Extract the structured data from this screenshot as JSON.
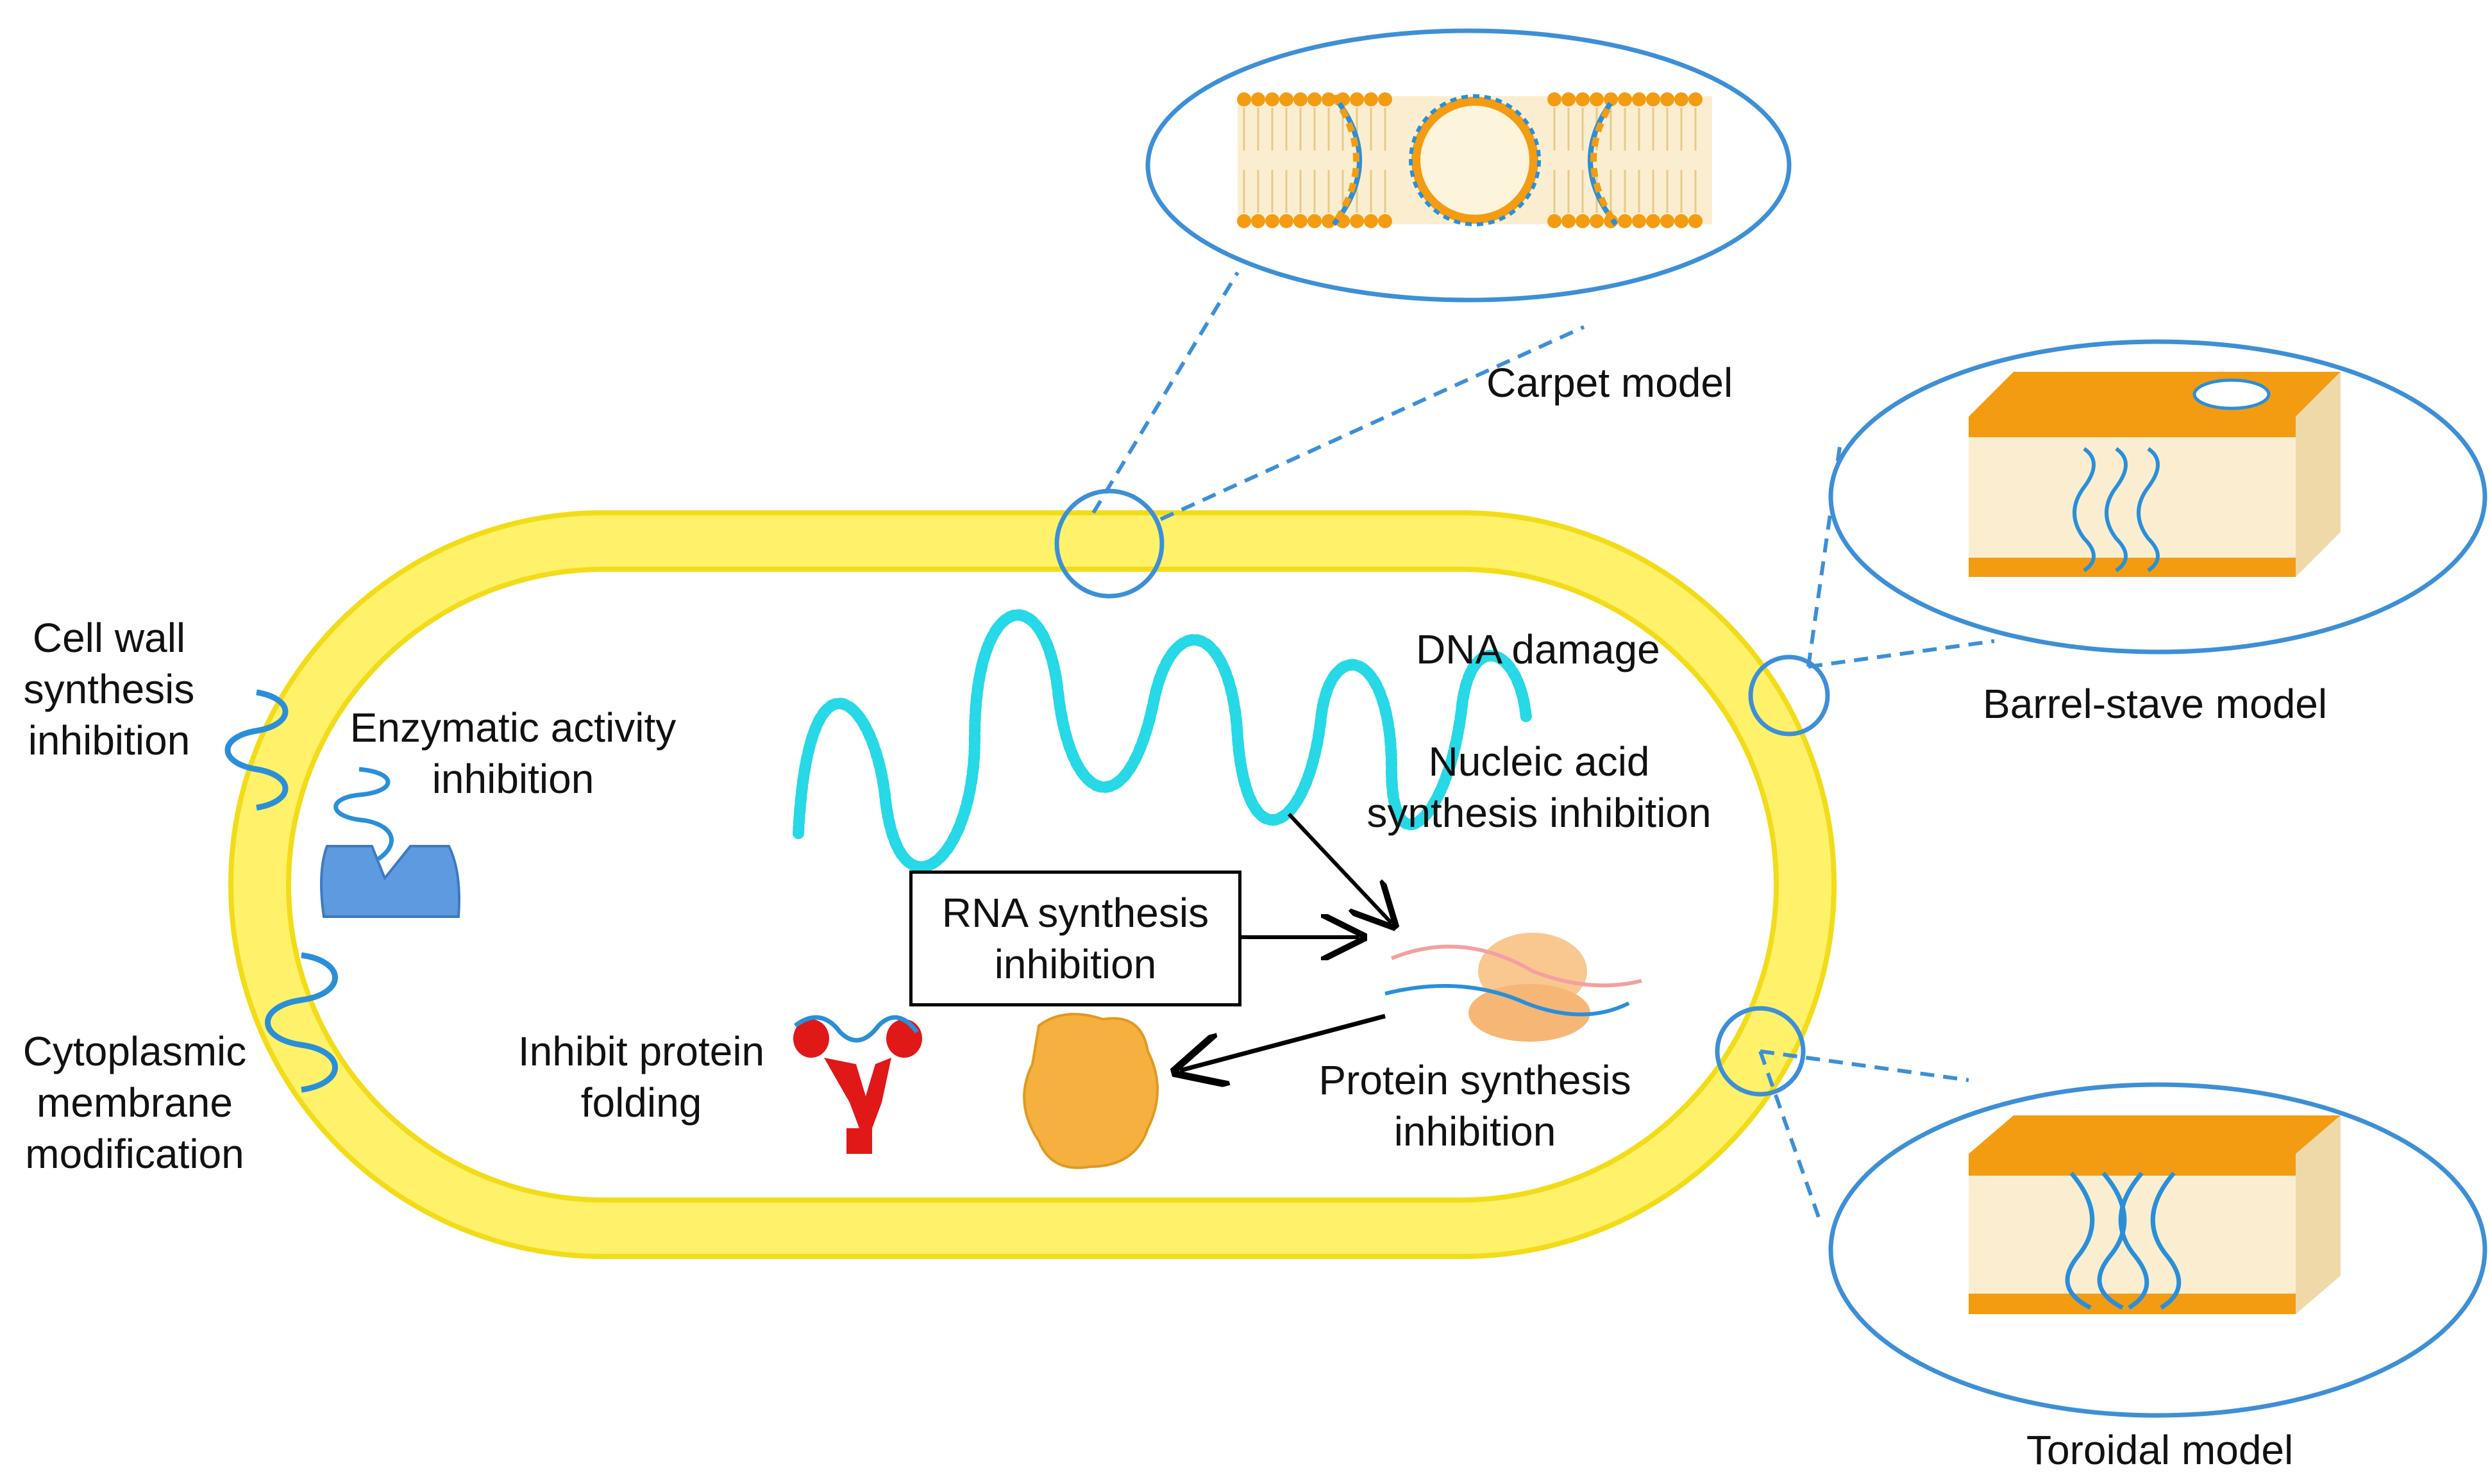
{
  "labels": {
    "carpet_model": "Carpet model",
    "barrel_stave_model": "Barrel-stave model",
    "toroidal_model": "Toroidal model",
    "dna_damage": "DNA damage",
    "nucleic_acid": [
      "Nucleic acid",
      "synthesis inhibition"
    ],
    "rna_synthesis": [
      "RNA synthesis",
      "inhibition"
    ],
    "protein_synthesis": [
      "Protein synthesis",
      "inhibition"
    ],
    "inhibit_folding": [
      "Inhibit protein",
      "folding"
    ],
    "enzymatic_activity": [
      "Enzymatic activity",
      "inhibition"
    ],
    "cell_wall": [
      "Cell wall",
      "synthesis",
      "inhibition"
    ],
    "cytoplasmic_membrane": [
      "Cytoplasmic",
      "membrane",
      "modification"
    ]
  },
  "colors": {
    "cell_wall_fill": "#fff26a",
    "cell_wall_outline": "#f2dc19",
    "zoom_circle": "#3d8fd6",
    "peptide": "#2a8fd8",
    "dna": "#27d8e6",
    "lipid_head": "#f39c12",
    "lipid_tail": "#f4e0b0",
    "enzyme": "#5d9ae0",
    "antibody": "#e01818",
    "protein": "#f5b040"
  },
  "icons": [
    "lipid-bilayer-icon",
    "peptide-helix-icon",
    "dna-strand-icon",
    "ribosome-icon",
    "protein-aggregate-icon",
    "enzyme-icon",
    "antibody-icon"
  ]
}
